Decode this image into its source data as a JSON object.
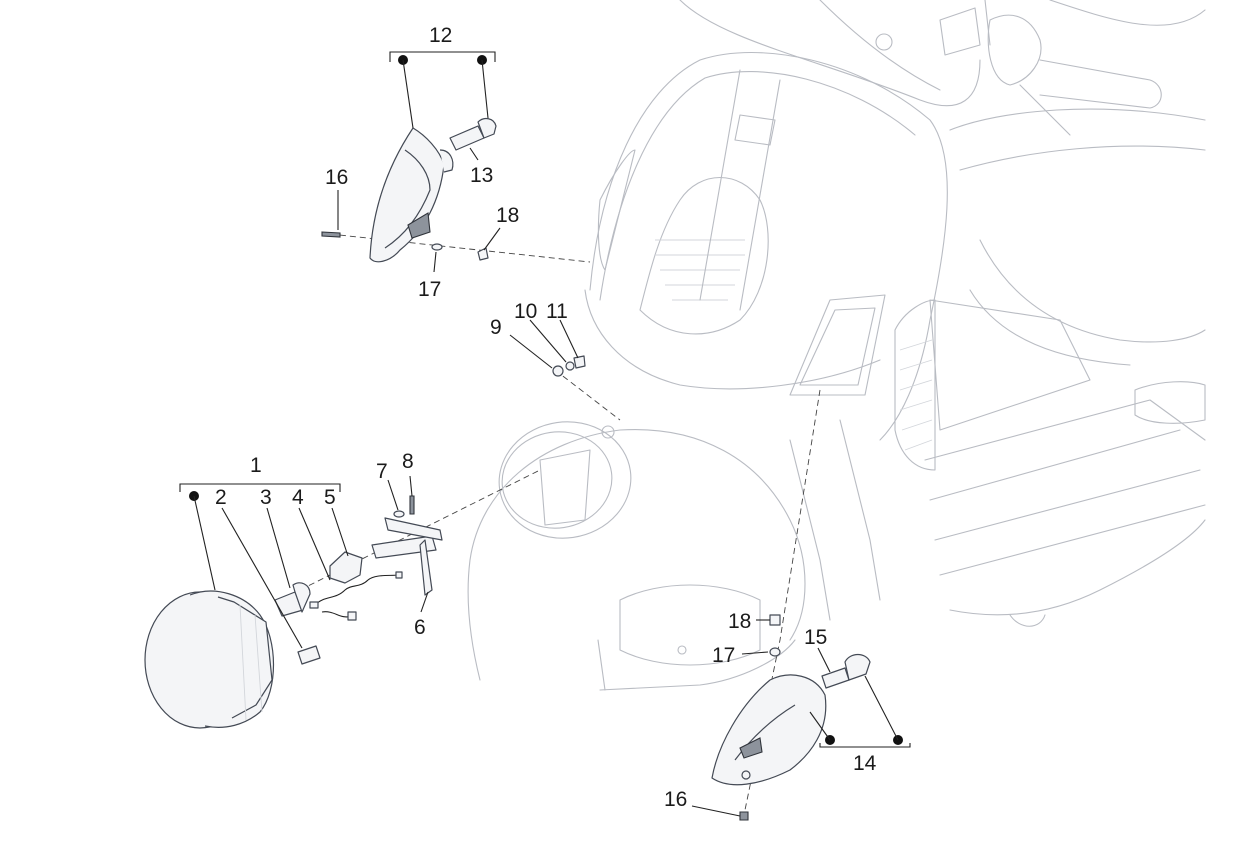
{
  "callouts": [
    {
      "id": "c1",
      "label": "1"
    },
    {
      "id": "c2",
      "label": "2"
    },
    {
      "id": "c3",
      "label": "3"
    },
    {
      "id": "c4",
      "label": "4"
    },
    {
      "id": "c5",
      "label": "5"
    },
    {
      "id": "c6",
      "label": "6"
    },
    {
      "id": "c7",
      "label": "7"
    },
    {
      "id": "c8",
      "label": "8"
    },
    {
      "id": "c9",
      "label": "9"
    },
    {
      "id": "c10",
      "label": "10"
    },
    {
      "id": "c11",
      "label": "11"
    },
    {
      "id": "c12",
      "label": "12"
    },
    {
      "id": "c13",
      "label": "13"
    },
    {
      "id": "c14",
      "label": "14"
    },
    {
      "id": "c15",
      "label": "15"
    },
    {
      "id": "c16a",
      "label": "16"
    },
    {
      "id": "c16b",
      "label": "16"
    },
    {
      "id": "c17a",
      "label": "17"
    },
    {
      "id": "c17b",
      "label": "17"
    },
    {
      "id": "c18a",
      "label": "18"
    },
    {
      "id": "c18b",
      "label": "18"
    }
  ]
}
